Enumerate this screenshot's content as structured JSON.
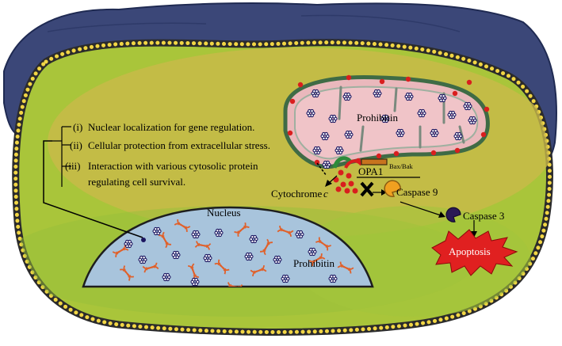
{
  "colors": {
    "tissue": "#3b4778",
    "tissue_dark": "#1f2a52",
    "cytoplasm": "#a9c53a",
    "cytoplasm_inner": "#c9b94a",
    "membrane_bead": "#f2d645",
    "nucleus": "#a8c4dc",
    "mitochondria": "#eab8bc",
    "mito_outline": "#3f6b45",
    "dots": "#d91e1e",
    "dna": "#e0602a",
    "prohibitin_glyph": "#1b1560",
    "caspase9": "#f0a020",
    "caspase3": "#2b1a55",
    "apoptosis_burst": "#e02020"
  },
  "functions_list": [
    {
      "num": "(i)",
      "text": "Nuclear localization for gene regulation."
    },
    {
      "num": "(ii)",
      "text": "Cellular protection from extracellular stress."
    },
    {
      "num": "(iii)",
      "text": "Interaction with various cytosolic protein"
    },
    {
      "num": "",
      "text": "regulating cell survival."
    }
  ],
  "labels": {
    "mito_prohibitin": "Prohibitin",
    "opa1": "OPA1",
    "bax_bak": "Bax/Bak",
    "cytochrome": "Cytochrome",
    "cytochrome_c": "c",
    "caspase9": "Caspase 9",
    "caspase3": "Caspase 3",
    "apoptosis": "Apoptosis",
    "nucleus": "Nucleus",
    "nucleus_prohibitin": "Prohibitin"
  }
}
